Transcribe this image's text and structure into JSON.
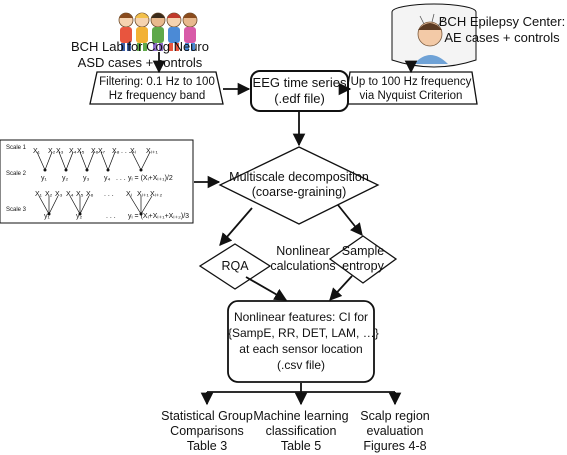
{
  "sources": {
    "left": {
      "line1": "BCH Lab for Cog Neuro",
      "line2": "ASD cases + controls"
    },
    "right": {
      "line1": "BCH Epilepsy Center:",
      "line2": "AE cases + controls"
    }
  },
  "filters": {
    "left": {
      "line1": "Filtering: 0.1 Hz to 100",
      "line2": "Hz frequency band"
    },
    "right": {
      "line1": "Up to 100 Hz frequency",
      "line2": "via Nyquist Criterion"
    }
  },
  "eeg": {
    "line1": "EEG time series",
    "line2": "(.edf file)"
  },
  "multiscale": {
    "line1": "Multiscale decomposition",
    "line2": "(coarse-graining)"
  },
  "rqa": {
    "label": "RQA"
  },
  "nonlinear": {
    "line1": "Nonlinear",
    "line2": "calculations"
  },
  "sample": {
    "line1": "Sample",
    "line2": "entropy"
  },
  "features": {
    "line1": "Nonlinear features: CI for",
    "line2": "{SampE, RR, DET, LAM, …}",
    "line3": "at each sensor location",
    "line4": "(.csv file)"
  },
  "outputs": [
    {
      "line1": "Statistical Group",
      "line2": "Comparisons",
      "line3": "Table 3"
    },
    {
      "line1": "Machine learning",
      "line2": "classification",
      "line3": "Table 5"
    },
    {
      "line1": "Scalp region",
      "line2": "evaluation",
      "line3": "Figures 4-8"
    }
  ],
  "scales": {
    "scale1": "Scale 1",
    "scale2": "Scale 2",
    "scale3": "Scale 3",
    "x1": "X₁",
    "x2": "X₂",
    "x3": "X₃",
    "x4": "X₄",
    "x5": "X₅",
    "x6": "X₆",
    "x7": "X₇",
    "x8": "X₈",
    "dots": ". . .",
    "xi": "Xᵢ",
    "xi1": "Xᵢ₊₁",
    "xi2": "Xᵢ₊₂",
    "y1": "y₁",
    "y2": "y₂",
    "y3": "y₃",
    "y4": "y₄",
    "yi": "yᵢ",
    "eq2": "yᵢ = (Xᵢ+Xᵢ₊₁)/2",
    "eq3": "yᵢ = (Xᵢ+Xᵢ₊₁+Xᵢ₊₂)/3"
  },
  "colors": {
    "stroke": "#111111",
    "fill": "#ffffff",
    "kid_colors": [
      "#e8553e",
      "#f2b134",
      "#5fa84a",
      "#4b8ad6",
      "#d85aa8",
      "#8e6bc9"
    ]
  }
}
